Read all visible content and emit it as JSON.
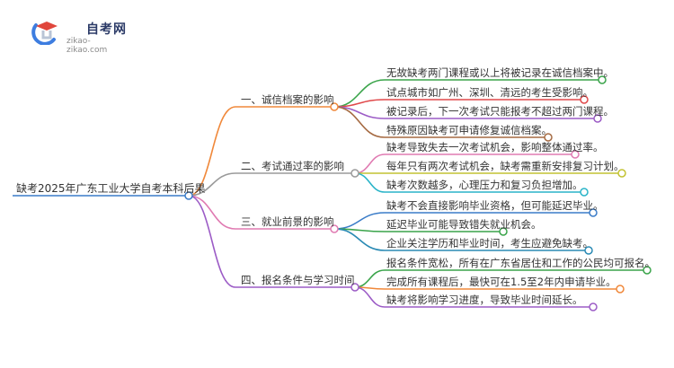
{
  "logo": {
    "name": "自考网",
    "url": "zikao-zikao.com",
    "colors": {
      "mark_blue": "#3d7de0",
      "mark_red": "#e0463c",
      "mark_grey": "#b9c4d6"
    }
  },
  "root": {
    "label": "缺考2025年广东工业大学自考本科后果"
  },
  "branches": [
    {
      "label": "一、诚信档案的影响",
      "color": "#f0883a",
      "leaves": [
        {
          "text": "无故缺考两门课程或以上将被记录在诚信档案中。",
          "color": "#3aa44a"
        },
        {
          "text": "试点城市如广州、深圳、清远的考生受影响。",
          "color": "#e0484a"
        },
        {
          "text": "被记录后，下一次考试只能报考不超过两门课程。",
          "color": "#9c5cc6"
        },
        {
          "text": "特殊原因缺考可申请修复诚信档案。",
          "color": "#a56a42"
        }
      ]
    },
    {
      "label": "二、考试通过率的影响",
      "color": "#9a9a9a",
      "leaves": [
        {
          "text": "缺考导致失去一次考试机会，影响整体通过率。",
          "color": "#e07bb2"
        },
        {
          "text": "每年只有两次考试机会，缺考需重新安排复习计划。",
          "color": "#c2c232"
        },
        {
          "text": "缺考次数越多，心理压力和复习负担增加。",
          "color": "#2ab4c8"
        }
      ]
    },
    {
      "label": "三、就业前景的影响",
      "color": "#e07bb2",
      "leaves": [
        {
          "text": "缺考不会直接影响毕业资格，但可能延迟毕业。",
          "color": "#3a7cc8"
        },
        {
          "text": "延迟毕业可能导致错失就业机会。",
          "color": "#3aa44a"
        },
        {
          "text": "企业关注学历和毕业时间，考生应避免缺考。",
          "color": "#2a8ab4"
        }
      ]
    },
    {
      "label": "四、报名条件与学习时间",
      "color": "#9c5cc6",
      "leaves": [
        {
          "text": "报名条件宽松，所有在广东省居住和工作的公民均可报名。",
          "color": "#3aa44a"
        },
        {
          "text": "完成所有课程后，最快可在1.5至2年内申请毕业。",
          "color": "#f0883a"
        },
        {
          "text": "缺考将影响学习进度，导致毕业时间延长。",
          "color": "#9c5cc6"
        }
      ]
    }
  ]
}
